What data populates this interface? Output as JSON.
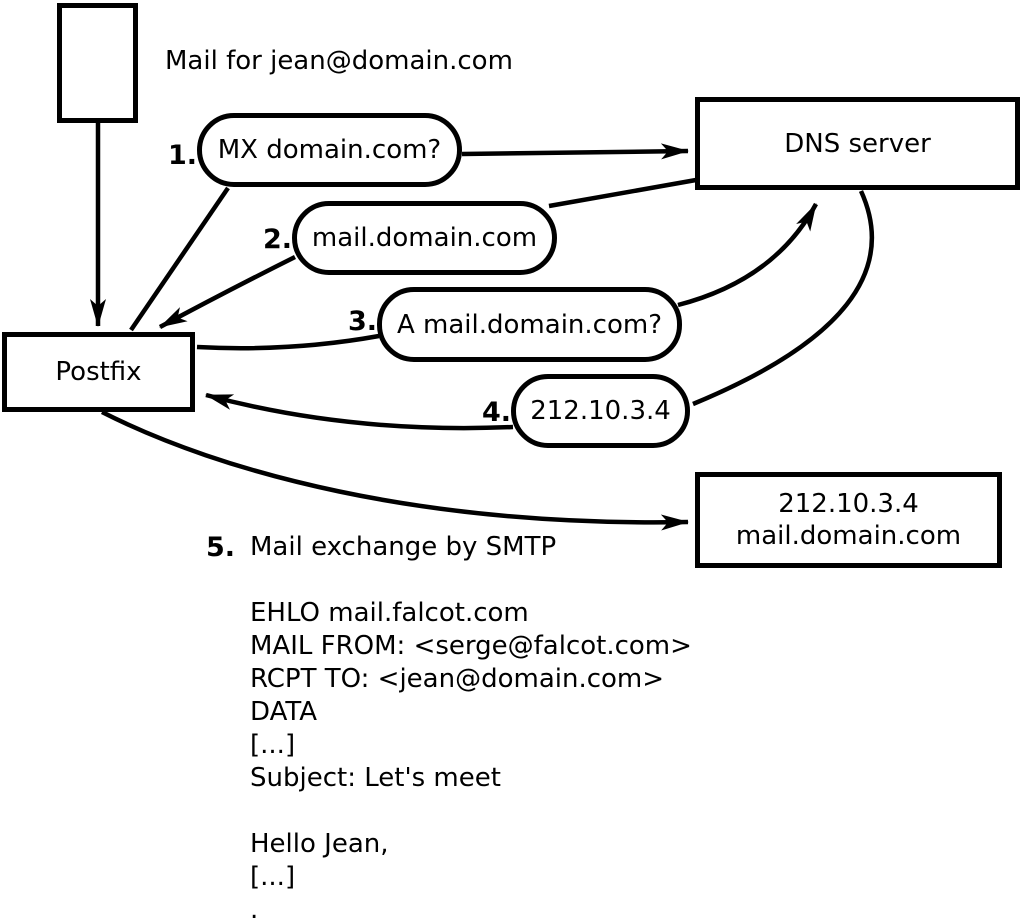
{
  "heading": "Mail for jean@domain.com",
  "nodes": {
    "postfix": {
      "label": "Postfix"
    },
    "dns": {
      "label": "DNS server"
    },
    "mailserver": {
      "ip": "212.10.3.4",
      "host": "mail.domain.com"
    }
  },
  "steps": [
    {
      "num": "1.",
      "label": "MX domain.com?",
      "kind": "dns-query"
    },
    {
      "num": "2.",
      "label": "mail.domain.com",
      "kind": "dns-response"
    },
    {
      "num": "3.",
      "label": "A mail.domain.com?",
      "kind": "dns-query"
    },
    {
      "num": "4.",
      "label": "212.10.3.4",
      "kind": "dns-response"
    },
    {
      "num": "5.",
      "label": "Mail exchange by SMTP",
      "kind": "smtp-exchange"
    }
  ],
  "smtp_session": {
    "lines": [
      "EHLO mail.falcot.com",
      "MAIL FROM: <serge@falcot.com>",
      "RCPT TO: <jean@domain.com>",
      "DATA",
      "[...]",
      "Subject: Let's meet",
      "",
      "Hello Jean,",
      "[...]",
      "."
    ]
  },
  "colors": {
    "ink": "#000000",
    "background": "#ffffff"
  }
}
